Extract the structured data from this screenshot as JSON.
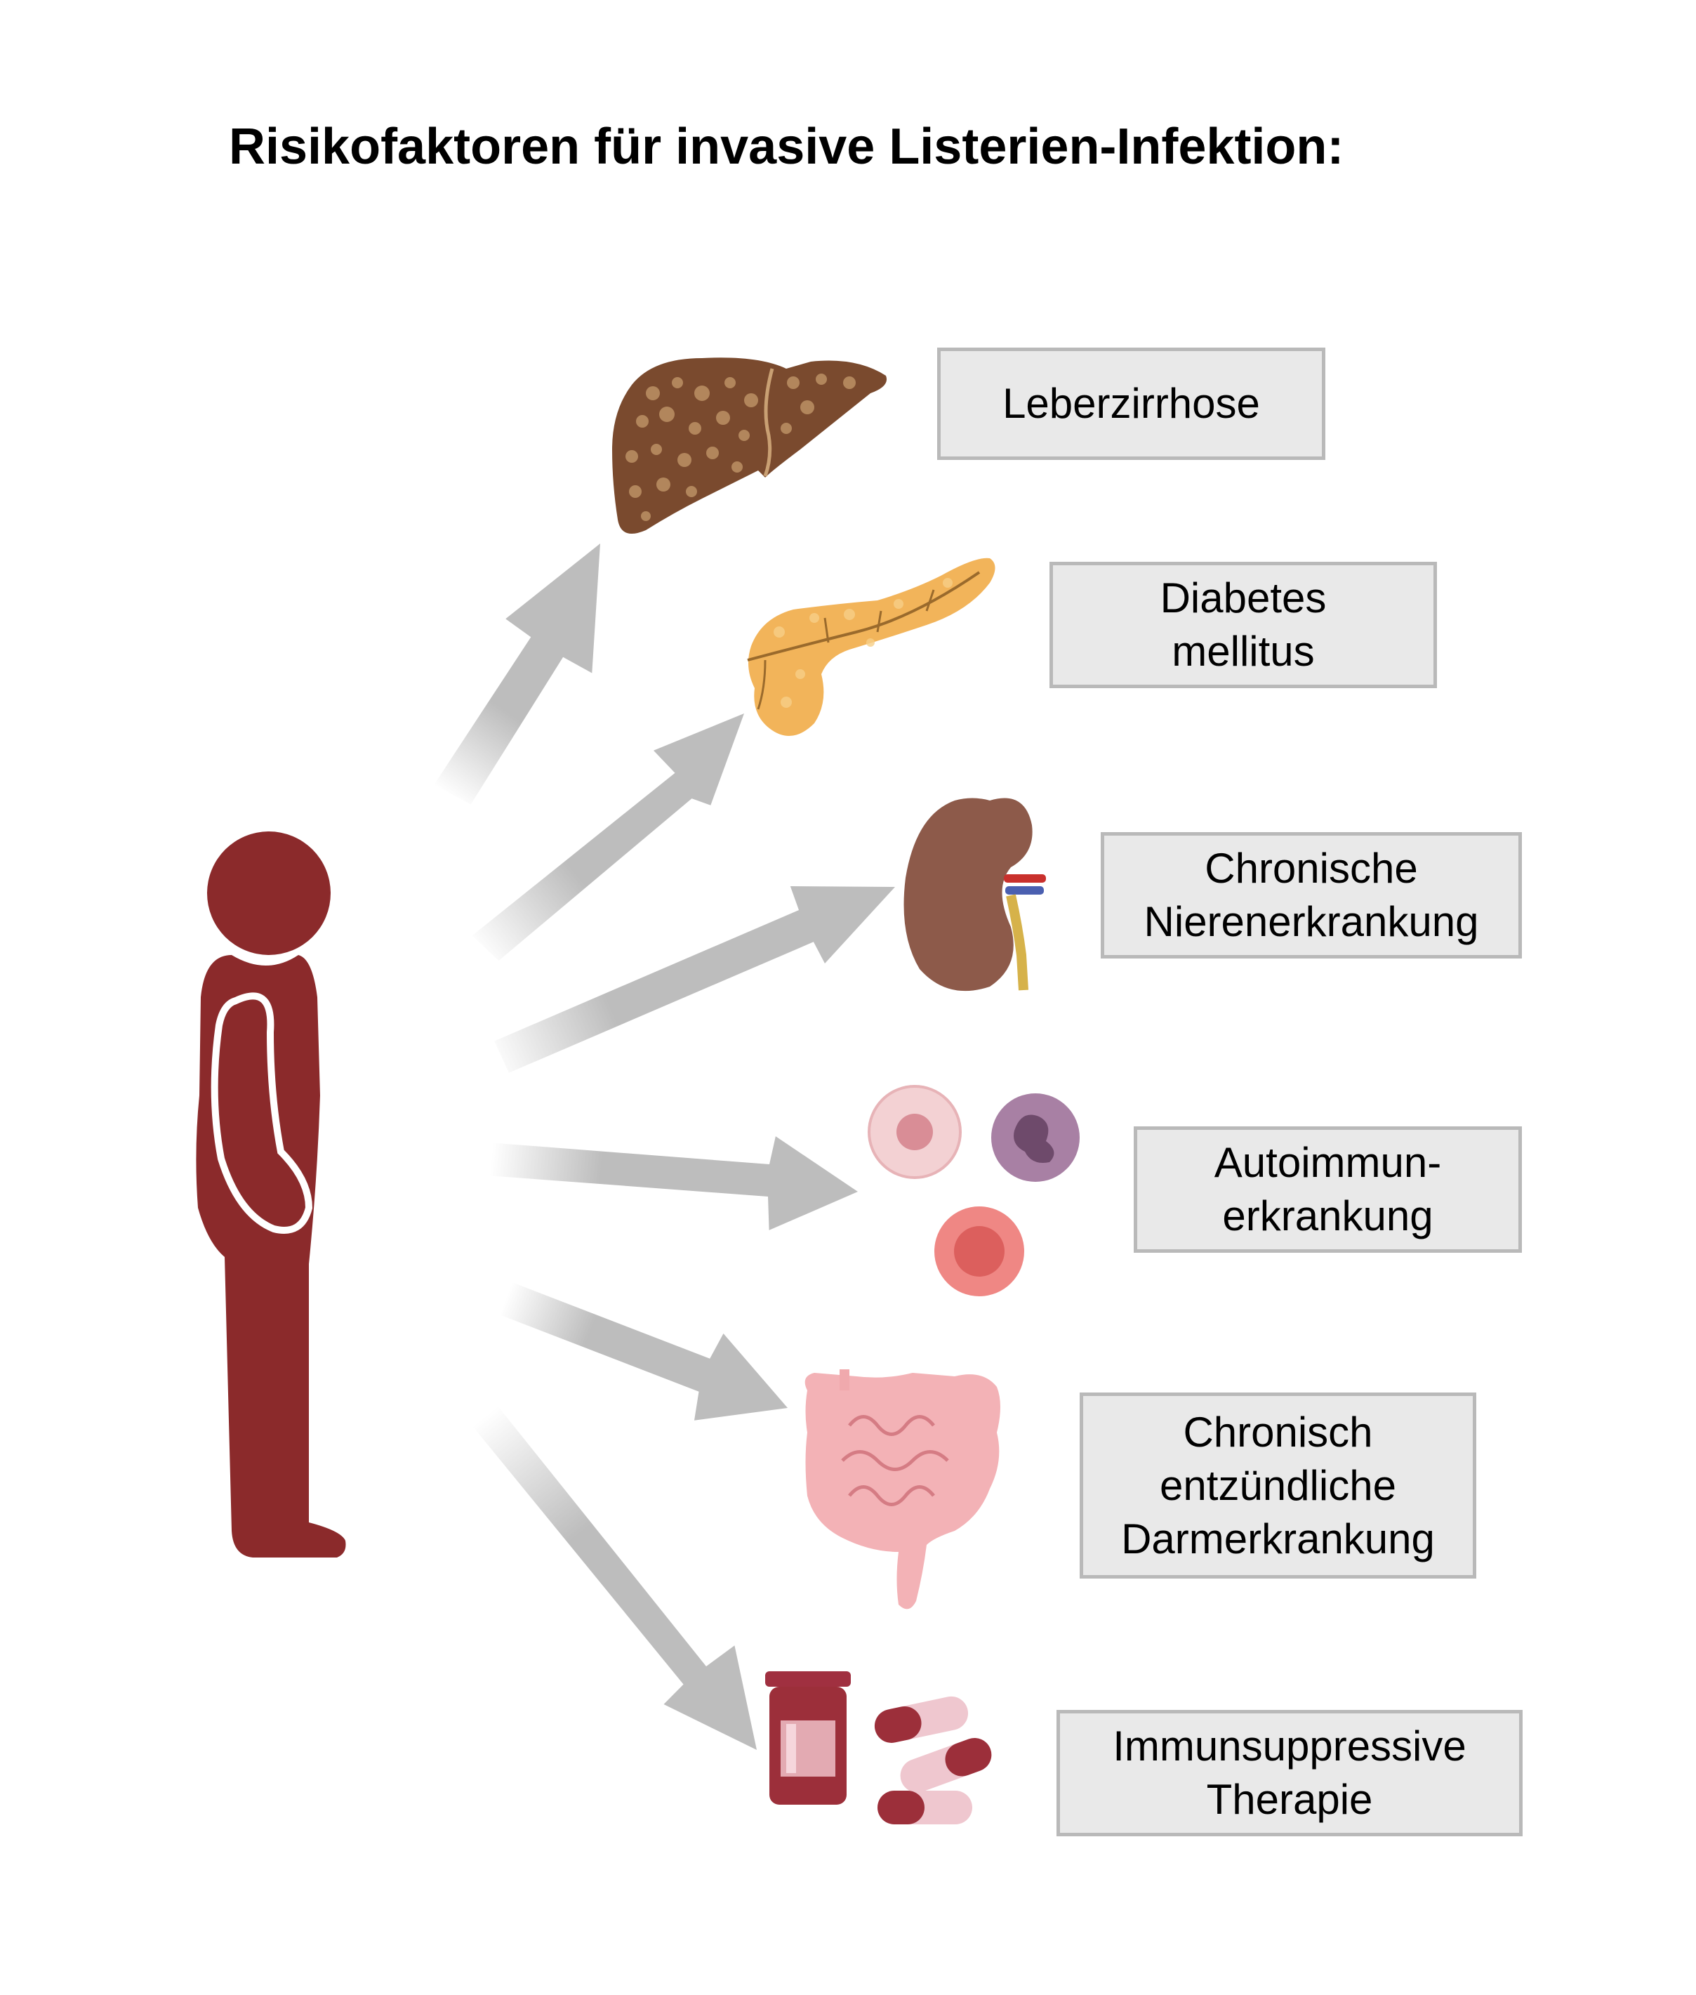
{
  "title": "Risikofaktoren für invasive Listerien-Infektion:",
  "risk_factors": [
    {
      "lines": [
        "Leberzirrhose"
      ],
      "icon": "liver-icon"
    },
    {
      "lines": [
        "Diabetes",
        "mellitus"
      ],
      "icon": "pancreas-icon"
    },
    {
      "lines": [
        "Chronische",
        "Nierenerkrankung"
      ],
      "icon": "kidney-icon"
    },
    {
      "lines": [
        "Autoimmun-",
        "erkrankung"
      ],
      "icon": "immune-cells-icon"
    },
    {
      "lines": [
        "Chronisch",
        "entzündliche",
        "Darmerkrankung"
      ],
      "icon": "intestine-icon"
    },
    {
      "lines": [
        "Immunsuppressive",
        "Therapie"
      ],
      "icon": "medication-icon"
    }
  ],
  "colors": {
    "person": "#8b2a2b",
    "arrow": "#bdbdbd",
    "box_fill": "#e9e9e9",
    "box_border": "#b9b9b9",
    "liver": "#7a4a2e",
    "pancreas": "#f2b45a",
    "kidney": "#8d5a4a",
    "medication": "#9c2f3a"
  }
}
